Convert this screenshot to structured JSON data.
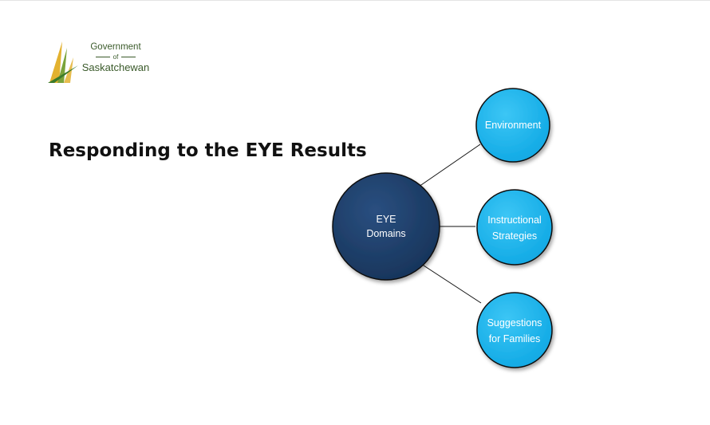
{
  "logo": {
    "line1": "Government",
    "line2": "of",
    "line3": "Saskatchewan"
  },
  "title": "Responding to the EYE Results",
  "diagram": {
    "hub": {
      "line1": "EYE",
      "line2": "Domains"
    },
    "nodes": [
      {
        "line1": "Environment",
        "line2": ""
      },
      {
        "line1": "Instructional",
        "line2": "Strategies"
      },
      {
        "line1": "Suggestions",
        "line2": "for Families"
      }
    ]
  },
  "colors": {
    "hub_fill": "#1f3d66",
    "node_fill": "#19b6ee",
    "outline": "#111111",
    "logo_green": "#3a5a2a",
    "logo_gold": "#e3b230"
  }
}
